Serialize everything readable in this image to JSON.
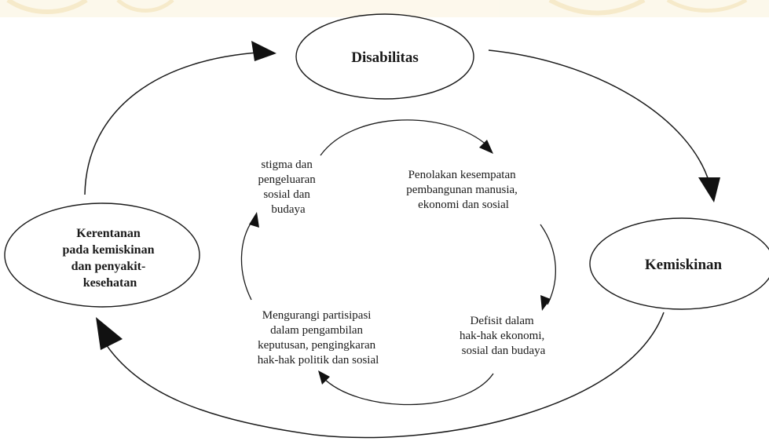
{
  "nodes": {
    "disabilitas": {
      "lines": [
        "Disabilitas"
      ]
    },
    "kemiskinan": {
      "lines": [
        "Kemiskinan"
      ]
    },
    "kerentanan": {
      "lines": [
        "Kerentanan",
        "pada kemiskinan",
        "dan penyakit-",
        "kesehatan"
      ]
    }
  },
  "inner": {
    "stigma": {
      "lines": [
        "stigma dan",
        "pengeluaran",
        "sosial dan",
        "budaya"
      ]
    },
    "penolakan": {
      "lines": [
        "Penolakan kesempatan",
        "pembangunan manusia,",
        "ekonomi dan sosial"
      ]
    },
    "defisit": {
      "lines": [
        "Defisit dalam",
        "hak-hak ekonomi,",
        "sosial dan budaya"
      ]
    },
    "mengurangi": {
      "lines": [
        "Mengurangi partisipasi",
        "dalam pengambilan",
        "keputusan, pengingkaran",
        "hak-hak politik dan sosial"
      ]
    }
  },
  "colors": {
    "line": "#1a1a1a",
    "background": "#ffffff",
    "watermark": "#f3e2b0"
  }
}
